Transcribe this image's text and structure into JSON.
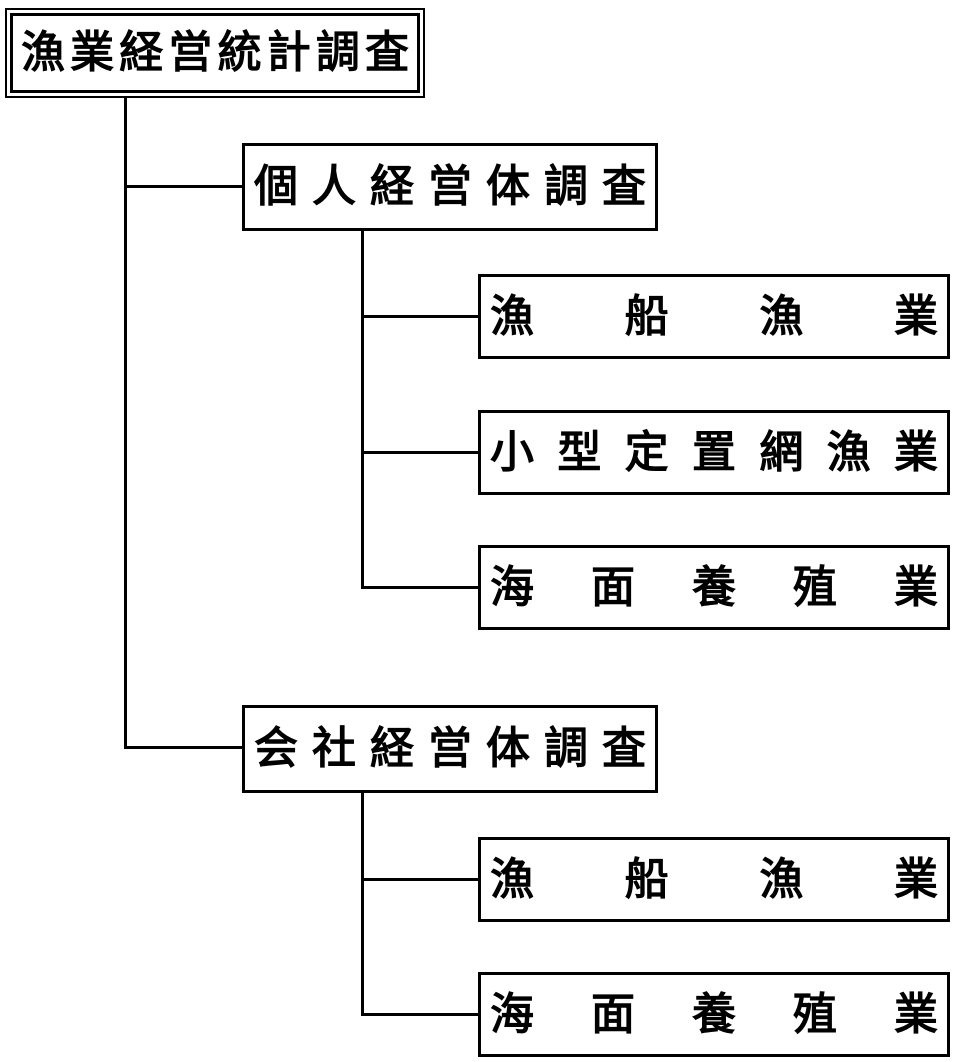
{
  "diagram": {
    "root": {
      "label": "漁業経営統計調査"
    },
    "branches": [
      {
        "label": "個人経営体調査",
        "children": [
          {
            "label": "漁船漁業"
          },
          {
            "label": "小型定置網漁業"
          },
          {
            "label": "海面養殖業"
          }
        ]
      },
      {
        "label": "会社経営体調査",
        "children": [
          {
            "label": "漁船漁業"
          },
          {
            "label": "海面養殖業"
          }
        ]
      }
    ]
  },
  "colors": {
    "line": "#000000",
    "text": "#000000",
    "background": "#ffffff"
  }
}
